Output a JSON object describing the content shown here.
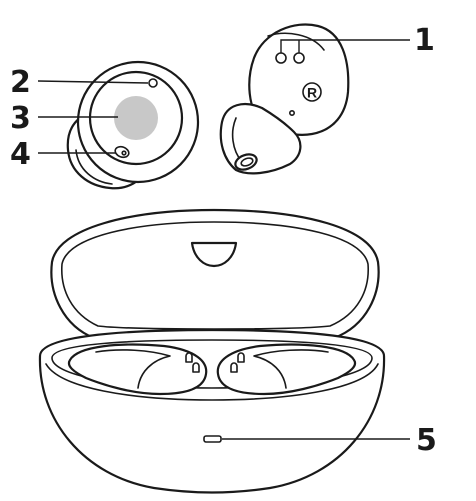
{
  "callouts": [
    {
      "label": "1",
      "part": "charging-contacts"
    },
    {
      "label": "2",
      "part": "sensor"
    },
    {
      "label": "3",
      "part": "touch-area"
    },
    {
      "label": "4",
      "part": "microphone"
    },
    {
      "label": "5",
      "part": "indicator-light"
    }
  ],
  "earbud_mark": "R",
  "colors": {
    "line": "#1a1a1a",
    "touch_area": "#c8c8c8",
    "background": "#ffffff"
  }
}
